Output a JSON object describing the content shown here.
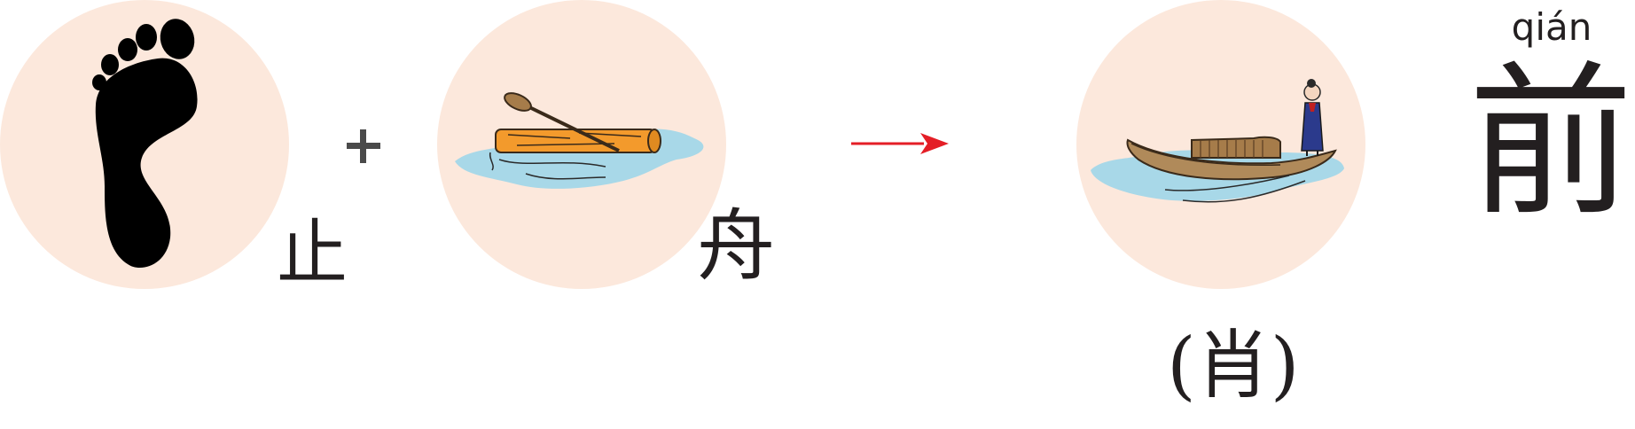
{
  "colors": {
    "circle_fill": "#fce8dc",
    "arrow": "#e41e26",
    "ink": "#231f20",
    "water": "#a8d8e8",
    "log": "#f39a2c",
    "boat": "#b08a5a",
    "robe": "#2b3a8c"
  },
  "icons": [
    "footprint-icon",
    "log-raft-icon",
    "boat-with-person-icon",
    "plus-icon",
    "arrow-right-icon"
  ],
  "characters": {
    "foot": "止",
    "boat": "舟",
    "ancient_form": "(肖)",
    "result": "前"
  },
  "pinyin": "qián"
}
